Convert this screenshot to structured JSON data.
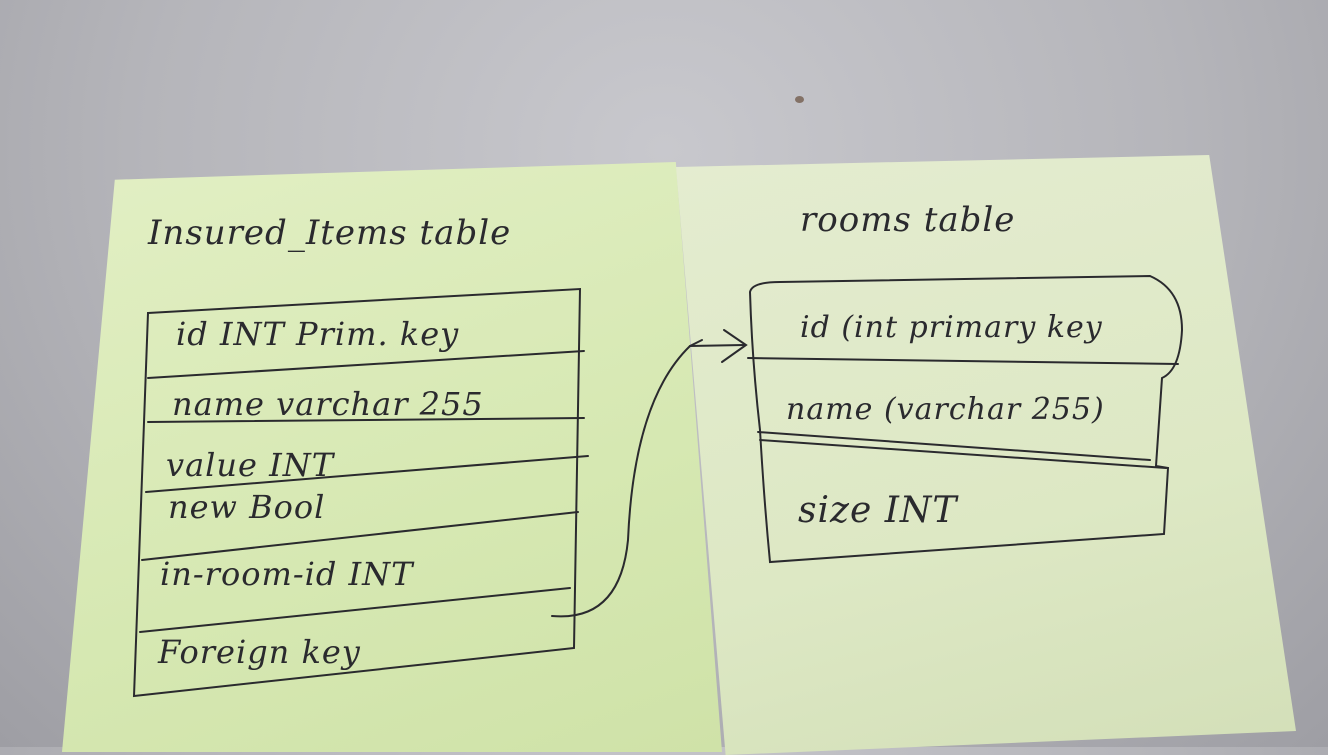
{
  "left_note": {
    "title": "Insured_Items table",
    "rows": [
      "id INT Prim. key",
      "name varchar 255",
      "value INT",
      "new Bool",
      "in-room-id INT",
      "Foreign key"
    ]
  },
  "right_note": {
    "title": "rooms table",
    "rows": [
      "id (int primary key",
      "name (varchar 255)",
      "size INT"
    ]
  },
  "colors": {
    "ink": "#2a2a2e",
    "left_note": "#d8e9b4",
    "right_note": "#dfe8c8",
    "surface": "#b8b8bd"
  }
}
